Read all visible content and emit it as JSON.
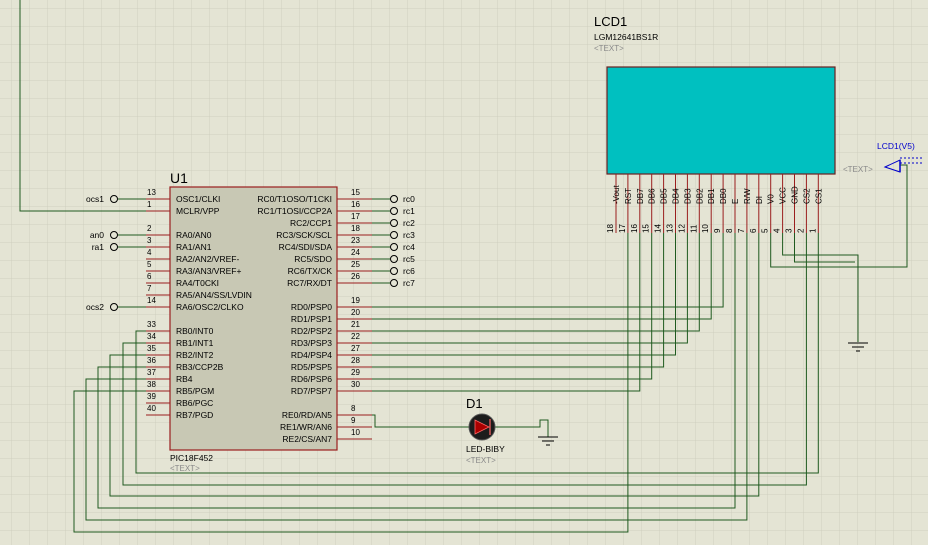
{
  "u1": {
    "ref": "U1",
    "part": "PIC18F452",
    "text": "<TEXT>",
    "left_pins": [
      {
        "num": "13",
        "name": "OSC1/CLKI"
      },
      {
        "num": "1",
        "name": "MCLR/VPP"
      },
      {
        "num": "2",
        "name": "RA0/AN0"
      },
      {
        "num": "3",
        "name": "RA1/AN1"
      },
      {
        "num": "4",
        "name": "RA2/AN2/VREF-"
      },
      {
        "num": "5",
        "name": "RA3/AN3/VREF+"
      },
      {
        "num": "6",
        "name": "RA4/T0CKI"
      },
      {
        "num": "7",
        "name": "RA5/AN4/SS/LVDIN"
      },
      {
        "num": "14",
        "name": "RA6/OSC2/CLKO"
      },
      {
        "num": "33",
        "name": "RB0/INT0"
      },
      {
        "num": "34",
        "name": "RB1/INT1"
      },
      {
        "num": "35",
        "name": "RB2/INT2"
      },
      {
        "num": "36",
        "name": "RB3/CCP2B"
      },
      {
        "num": "37",
        "name": "RB4"
      },
      {
        "num": "38",
        "name": "RB5/PGM"
      },
      {
        "num": "39",
        "name": "RB6/PGC"
      },
      {
        "num": "40",
        "name": "RB7/PGD"
      }
    ],
    "right_pins": [
      {
        "num": "15",
        "name": "RC0/T1OSO/T1CKI"
      },
      {
        "num": "16",
        "name": "RC1/T1OSI/CCP2A"
      },
      {
        "num": "17",
        "name": "RC2/CCP1"
      },
      {
        "num": "18",
        "name": "RC3/SCK/SCL"
      },
      {
        "num": "23",
        "name": "RC4/SDI/SDA"
      },
      {
        "num": "24",
        "name": "RC5/SDO"
      },
      {
        "num": "25",
        "name": "RC6/TX/CK"
      },
      {
        "num": "26",
        "name": "RC7/RX/DT"
      },
      {
        "num": "19",
        "name": "RD0/PSP0"
      },
      {
        "num": "20",
        "name": "RD1/PSP1"
      },
      {
        "num": "21",
        "name": "RD2/PSP2"
      },
      {
        "num": "22",
        "name": "RD3/PSP3"
      },
      {
        "num": "27",
        "name": "RD4/PSP4"
      },
      {
        "num": "28",
        "name": "RD5/PSP5"
      },
      {
        "num": "29",
        "name": "RD6/PSP6"
      },
      {
        "num": "30",
        "name": "RD7/PSP7"
      },
      {
        "num": "8",
        "name": "RE0/RD/AN5"
      },
      {
        "num": "9",
        "name": "RE1/WR/AN6"
      },
      {
        "num": "10",
        "name": "RE2/CS/AN7"
      }
    ]
  },
  "left_terminals": [
    "ocs1",
    "an0",
    "ra1",
    "ocs2"
  ],
  "rc_terminals": [
    "rc0",
    "rc1",
    "rc2",
    "rc3",
    "rc4",
    "rc5",
    "rc6",
    "rc7"
  ],
  "lcd": {
    "ref": "LCD1",
    "part": "LGM12641BS1R",
    "text": "<TEXT>",
    "text2": "<TEXT>",
    "pins": [
      {
        "name": "-Vout",
        "num": "18"
      },
      {
        "name": "RST",
        "num": "17"
      },
      {
        "name": "DB7",
        "num": "16"
      },
      {
        "name": "DB6",
        "num": "15"
      },
      {
        "name": "DB5",
        "num": "14"
      },
      {
        "name": "DB4",
        "num": "13"
      },
      {
        "name": "DB3",
        "num": "12"
      },
      {
        "name": "DB2",
        "num": "11"
      },
      {
        "name": "DB1",
        "num": "10"
      },
      {
        "name": "DB0",
        "num": "9"
      },
      {
        "name": "E",
        "num": "8"
      },
      {
        "name": "R/W",
        "num": "7"
      },
      {
        "name": "DI",
        "num": "6"
      },
      {
        "name": "V0",
        "num": "5"
      },
      {
        "name": "VCC",
        "num": "4"
      },
      {
        "name": "GND",
        "num": "3"
      },
      {
        "name": "CS2",
        "num": "2"
      },
      {
        "name": "CS1",
        "num": "1"
      }
    ],
    "probe": "LCD1(V5)"
  },
  "led": {
    "ref": "D1",
    "part": "LED-BIBY",
    "text": "<TEXT>"
  },
  "colors": {
    "background": "#e4e4d4",
    "grid": "#cfcfbf",
    "wire": "#1f5a1f",
    "body_fill": "#c8c8b4",
    "body_stroke": "#9a1e1e",
    "pin_line": "#9a1e1e",
    "lcd_screen": "#00c0c0",
    "led_fill": "#aa0000",
    "probe": "#0000cc"
  }
}
